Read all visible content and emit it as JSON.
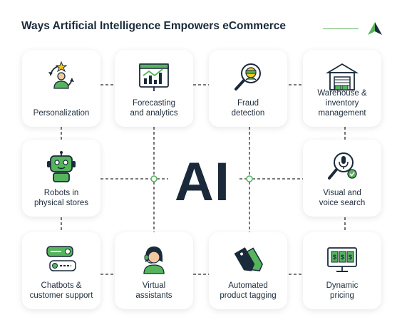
{
  "title": "Ways Artificial Intelligence Empowers eCommerce",
  "center_label": "AI",
  "colors": {
    "accent": "#55b45c",
    "dark": "#1b2a3a",
    "line": "#2b2b2b"
  },
  "cards": [
    {
      "id": "personalization",
      "label": "Personalization",
      "icon": "person-star-icon"
    },
    {
      "id": "forecasting",
      "label": "Forecasting\nand analytics",
      "icon": "chart-board-icon"
    },
    {
      "id": "fraud",
      "label": "Fraud\ndetection",
      "icon": "magnifier-thief-icon"
    },
    {
      "id": "warehouse",
      "label": "Warehouse &\ninventory\nmanagement",
      "icon": "warehouse-icon"
    },
    {
      "id": "robots",
      "label": "Robots in\nphysical stores",
      "icon": "robot-icon"
    },
    {
      "id": "visual",
      "label": "Visual and\nvoice search",
      "icon": "magnifier-mic-icon"
    },
    {
      "id": "chatbots",
      "label": "Chatbots &\ncustomer support",
      "icon": "chat-bubbles-icon"
    },
    {
      "id": "virtual",
      "label": "Virtual\nassistants",
      "icon": "headset-assistant-icon"
    },
    {
      "id": "tagging",
      "label": "Automated\nproduct tagging",
      "icon": "price-tags-icon"
    },
    {
      "id": "pricing",
      "label": "Dynamic\npricing",
      "icon": "monitor-dollar-icon"
    }
  ]
}
